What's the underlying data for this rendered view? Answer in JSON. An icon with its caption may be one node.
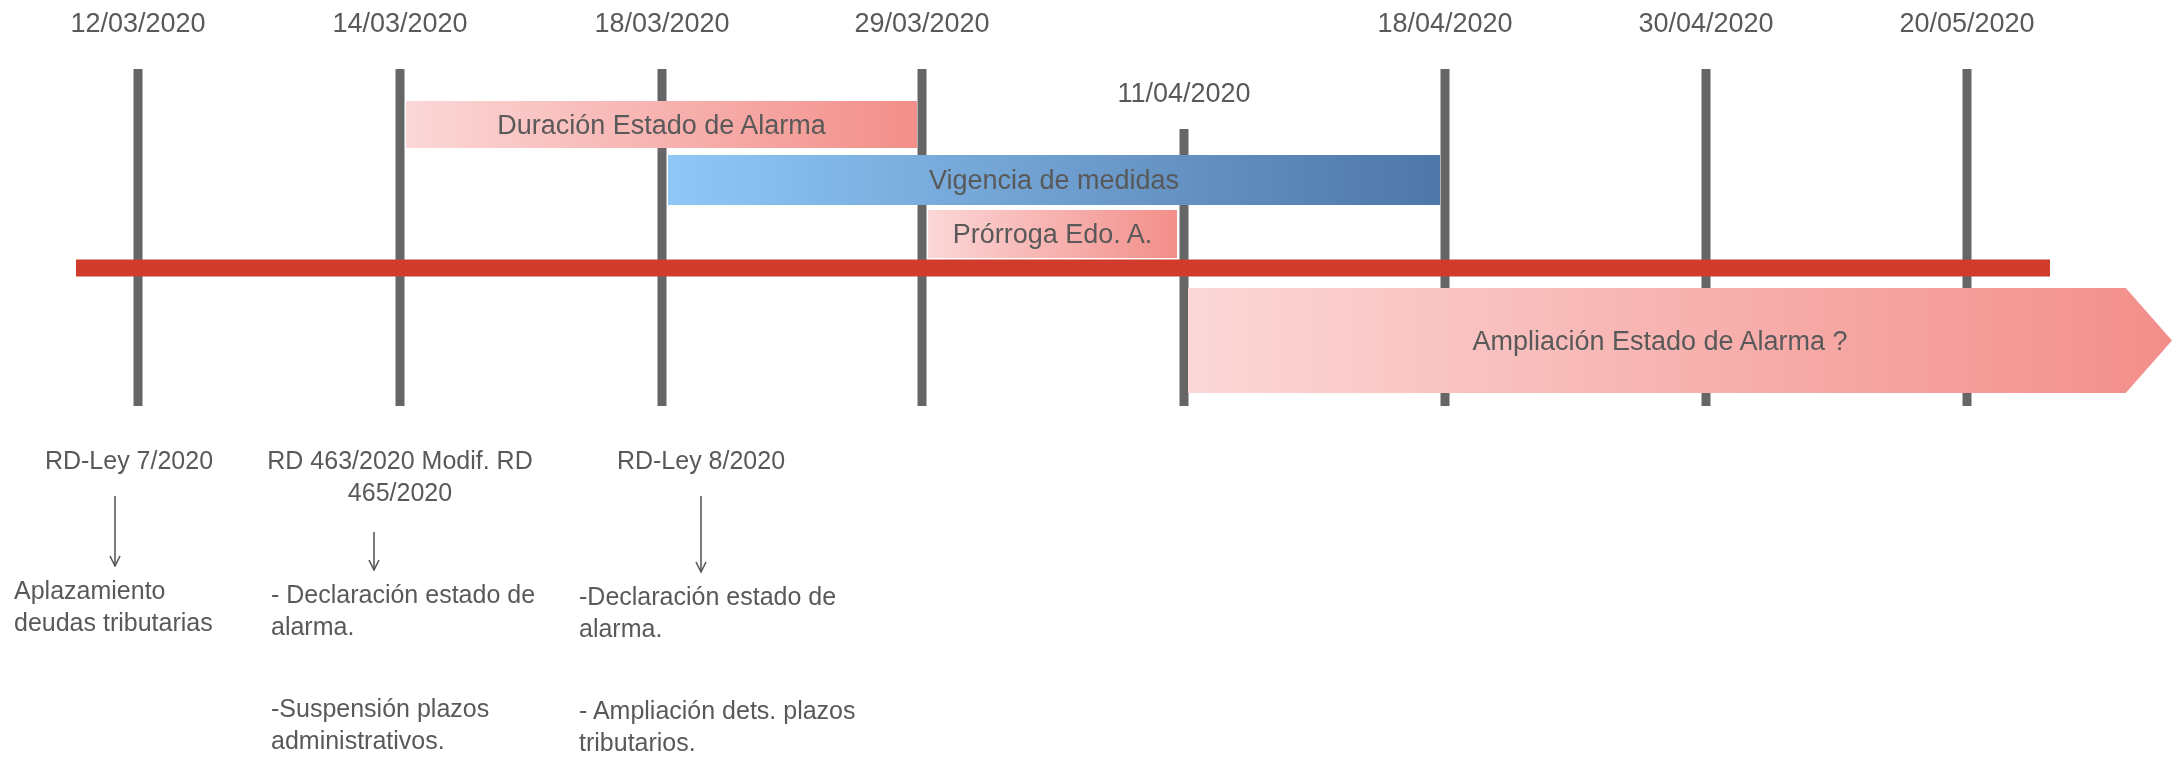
{
  "diagram": {
    "nodes": [
      {
        "text": [
          "Duración Estado de Alarma"
        ]
      },
      {
        "text": [
          "Vigencia de medidas"
        ]
      },
      {
        "text": [
          "Prórroga Edo. A."
        ]
      },
      {
        "text": [
          "Ampliación Estado de Alarma ?"
        ]
      },
      {
        "text": [
          "RD-Ley 7/2020"
        ]
      },
      {
        "text": [
          "Aplazamiento deudas tributarias"
        ]
      },
      {
        "text": [
          "RD 463/2020 Modif. RD 465/2020"
        ]
      },
      {
        "text": [
          "- Declaración estado de alarma.",
          "-Suspensión plazos administrativos."
        ]
      },
      {
        "text": [
          "RD-Ley 8/2020"
        ]
      },
      {
        "text": [
          "-Declaración estado de alarma.",
          "- Ampliación dets. plazos tributarios."
        ]
      }
    ],
    "edges": [
      {
        "from": 4,
        "to": 5,
        "arrow": "to"
      },
      {
        "from": 6,
        "to": 7,
        "arrow": "to"
      },
      {
        "from": 8,
        "to": 9,
        "arrow": "to"
      }
    ],
    "labels": [
      "12/03/2020",
      "14/03/2020",
      "18/03/2020",
      "29/03/2020",
      "18/04/2020",
      "30/04/2020",
      "20/05/2020",
      "11/04/2020"
    ]
  }
}
